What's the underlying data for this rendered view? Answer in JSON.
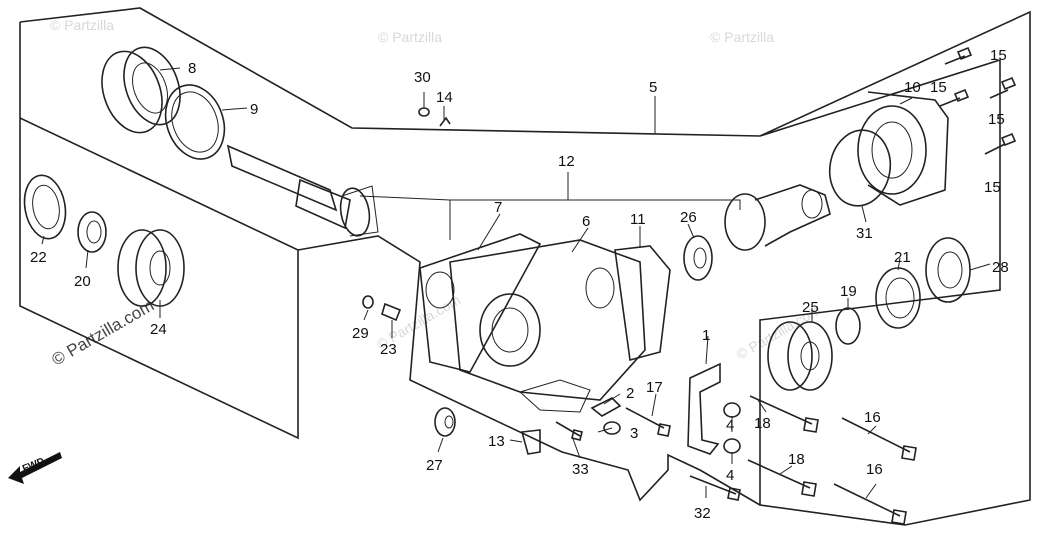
{
  "watermark": "© Partzilla.com",
  "watermark_short": "© Partzilla",
  "fwd_label": "FWD",
  "callouts": {
    "p1": "1",
    "p2": "2",
    "p3": "3",
    "p4a": "4",
    "p4b": "4",
    "p5": "5",
    "p6": "6",
    "p7": "7",
    "p8": "8",
    "p9": "9",
    "p10": "10",
    "p11": "11",
    "p12": "12",
    "p13": "13",
    "p14": "14",
    "p15a": "15",
    "p15b": "15",
    "p15c": "15",
    "p15d": "15",
    "p16a": "16",
    "p16b": "16",
    "p17": "17",
    "p18a": "18",
    "p18b": "18",
    "p19": "19",
    "p20": "20",
    "p21": "21",
    "p22": "22",
    "p23": "23",
    "p24": "24",
    "p25": "25",
    "p26": "26",
    "p27": "27",
    "p28": "28",
    "p29": "29",
    "p30": "30",
    "p31": "31",
    "p32": "32",
    "p33": "33"
  }
}
